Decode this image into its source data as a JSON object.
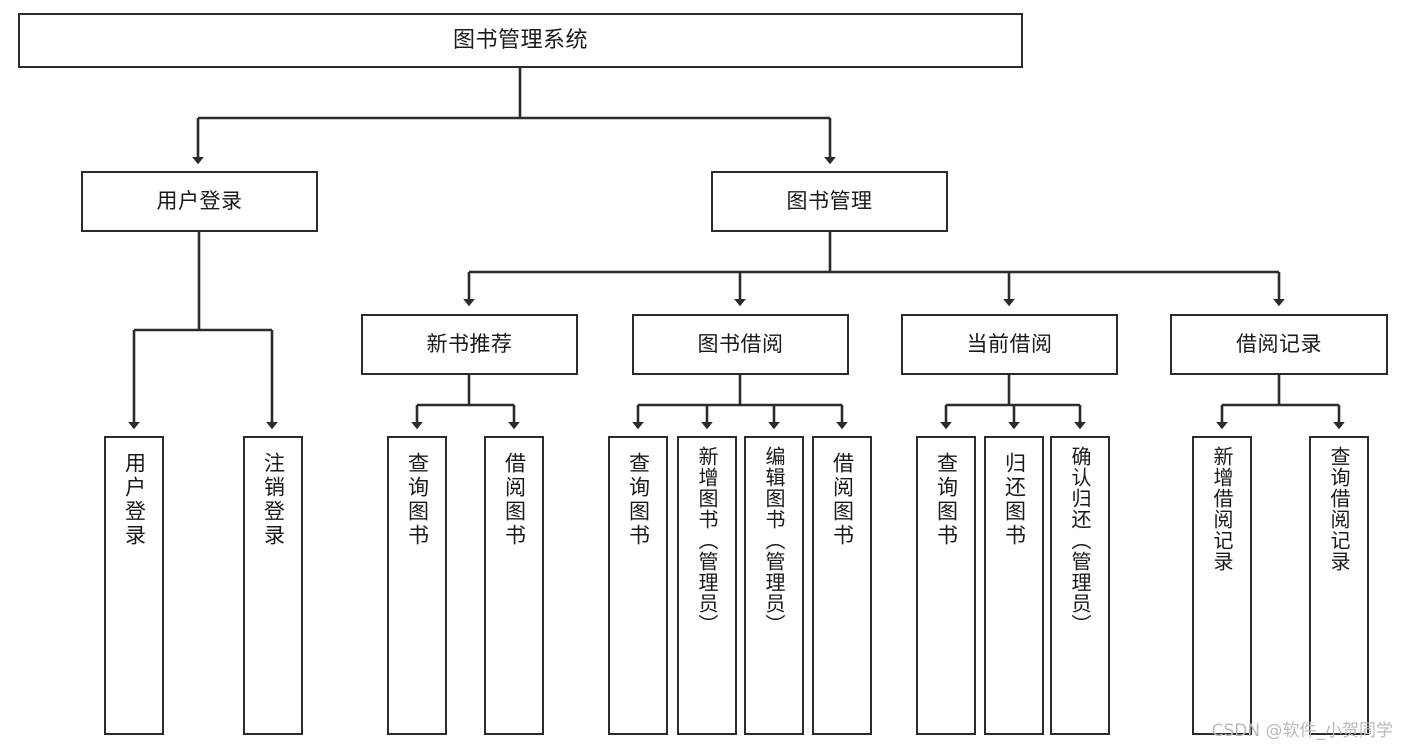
{
  "diagram": {
    "title": "图书管理系统",
    "type": "tree-structure-chart",
    "root": {
      "id": "root",
      "label": "图书管理系统"
    },
    "level2": [
      {
        "id": "user-login",
        "label": "用户登录"
      },
      {
        "id": "book-management",
        "label": "图书管理"
      }
    ],
    "level3": [
      {
        "id": "new-book-recommend",
        "label": "新书推荐",
        "parent": "book-management"
      },
      {
        "id": "book-borrow",
        "label": "图书借阅",
        "parent": "book-management"
      },
      {
        "id": "current-borrow",
        "label": "当前借阅",
        "parent": "book-management"
      },
      {
        "id": "borrow-record",
        "label": "借阅记录",
        "parent": "book-management"
      }
    ],
    "leaves": [
      {
        "id": "leaf-user-login",
        "label": "用户登录",
        "parent": "user-login"
      },
      {
        "id": "leaf-logout-login",
        "label": "注销登录",
        "parent": "user-login"
      },
      {
        "id": "leaf-query-book-1",
        "label": "查询图书",
        "parent": "new-book-recommend"
      },
      {
        "id": "leaf-borrow-book-1",
        "label": "借阅图书",
        "parent": "new-book-recommend"
      },
      {
        "id": "leaf-query-book-2",
        "label": "查询图书",
        "parent": "book-borrow"
      },
      {
        "id": "leaf-add-book",
        "label": "新增图书（管理员）",
        "parent": "book-borrow"
      },
      {
        "id": "leaf-edit-book",
        "label": "编辑图书（管理员）",
        "parent": "book-borrow"
      },
      {
        "id": "leaf-borrow-book-2",
        "label": "借阅图书",
        "parent": "book-borrow"
      },
      {
        "id": "leaf-query-book-3",
        "label": "查询图书",
        "parent": "current-borrow"
      },
      {
        "id": "leaf-return-book",
        "label": "归还图书",
        "parent": "current-borrow"
      },
      {
        "id": "leaf-confirm-return",
        "label": "确认归还（管理员）",
        "parent": "current-borrow"
      },
      {
        "id": "leaf-add-record",
        "label": "新增借阅记录",
        "parent": "borrow-record"
      },
      {
        "id": "leaf-query-record",
        "label": "查询借阅记录",
        "parent": "borrow-record"
      }
    ],
    "watermark": "CSDN @软件_小贺同学",
    "colors": {
      "stroke": "#2b2b2b",
      "fill": "#ffffff",
      "text": "#1a1a1a",
      "watermark": "#b9b9b9"
    }
  }
}
